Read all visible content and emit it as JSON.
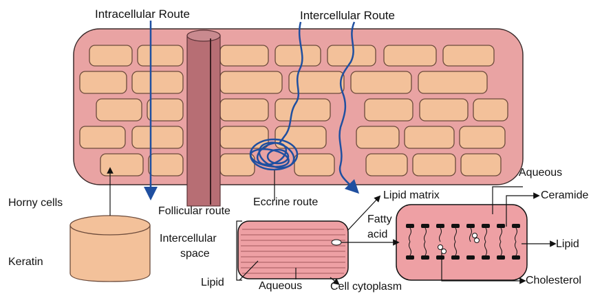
{
  "diagram": {
    "labels": {
      "intracellular_route": "Intracellular Route",
      "intercellular_route": "Intercellular Route",
      "horny_cells": "Horny cells",
      "keratin": "Keratin",
      "follicular_route": "Follicular route",
      "eccrine_route": "Eccrine route",
      "lipid_matrix": "Lipid matrix",
      "aqueous_top": "Aqueous",
      "ceramide": "Ceramide",
      "fatty_acid_line1": "Fatty",
      "fatty_acid_line2": "acid",
      "lipid_right": "Lipid",
      "cholesterol": "Cholesterol",
      "intercellular_space_line1": "Intercellular",
      "intercellular_space_line2": "space",
      "lipid_bottom": "Lipid",
      "aqueous_bottom": "Aqueous",
      "cell_cytoplasm": "Cell cytoplasm"
    },
    "colors": {
      "tissue_fill": "#e9a3a3",
      "tissue_stroke": "#3a2a2a",
      "cell_fill": "#f3c19a",
      "cell_stroke": "#6b4a3a",
      "follicle_fill": "#b76e74",
      "route_line": "#1f4fa0",
      "lipid_head": "#111111",
      "zoom_cell_fill": "#eea0a4",
      "keratin_fill": "#f3c19a"
    }
  }
}
